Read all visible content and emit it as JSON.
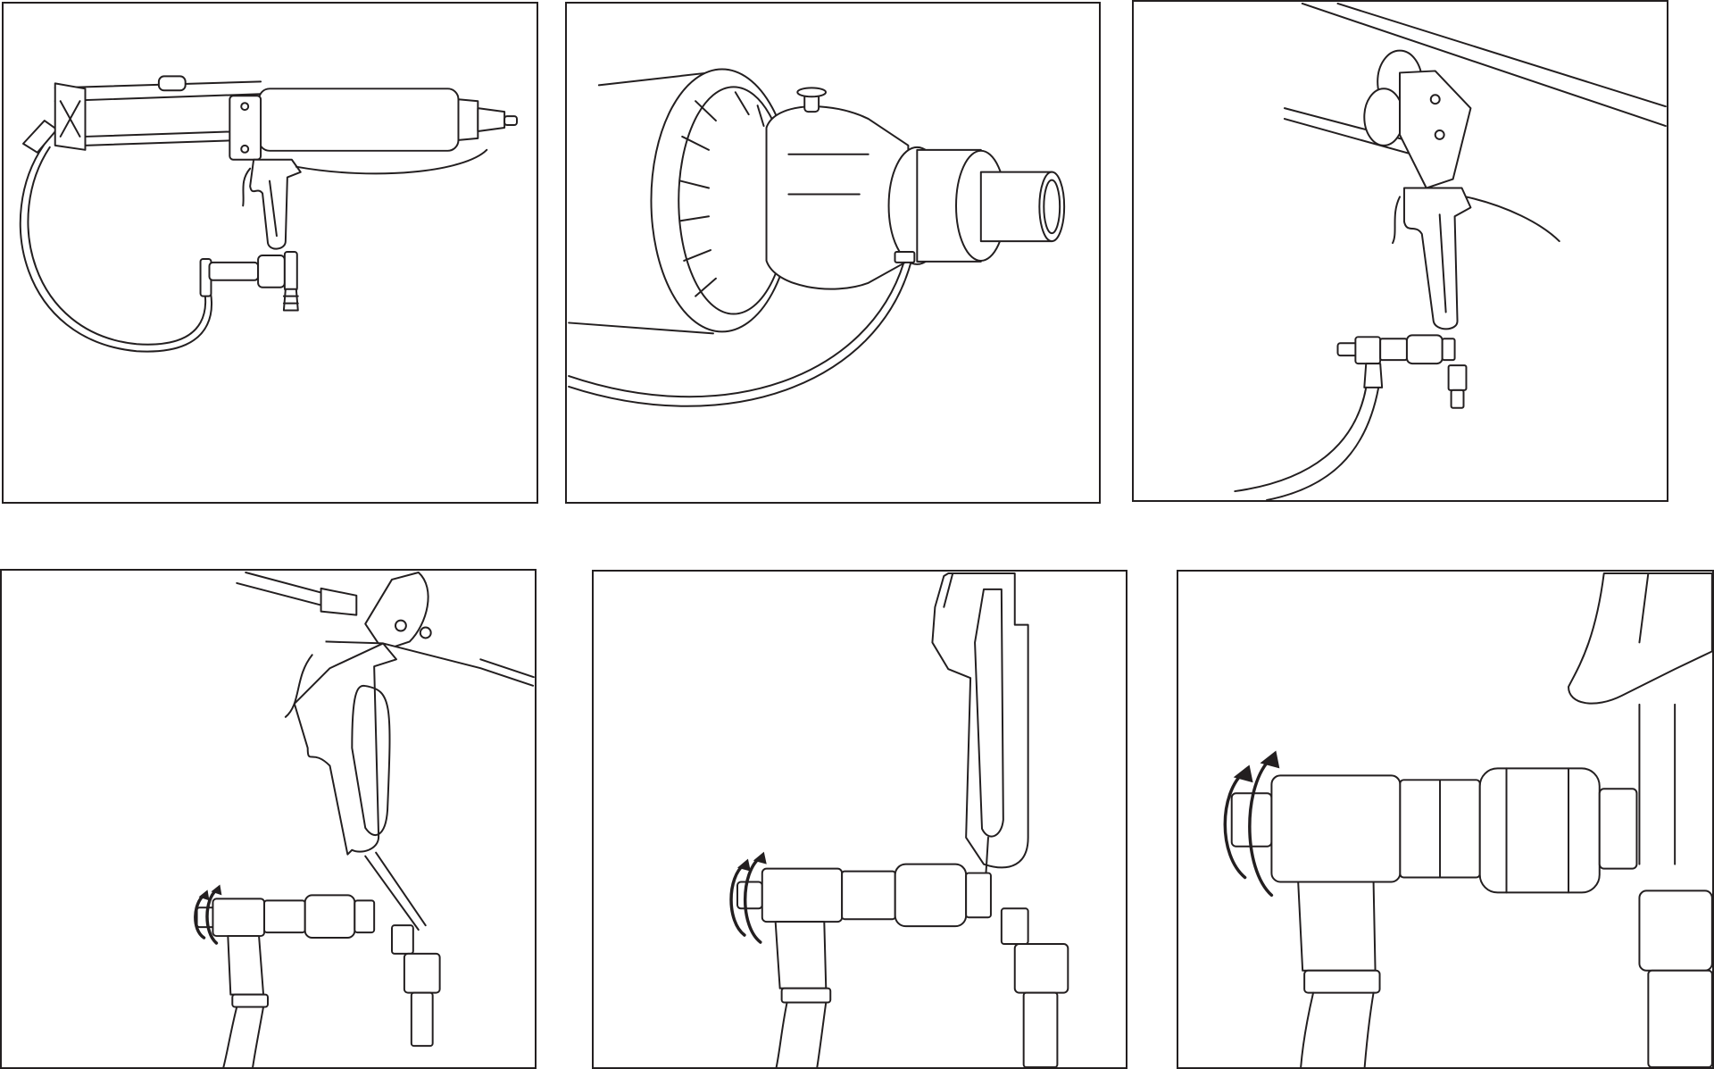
{
  "figure": {
    "panels": [
      {
        "id": "1",
        "subject": "grease-gun-overview"
      },
      {
        "id": "2",
        "subject": "cartridge-cap-with-hose"
      },
      {
        "id": "3",
        "subject": "gun-with-t-fitting"
      },
      {
        "id": "4",
        "subject": "t-fitting-rotate-small"
      },
      {
        "id": "5",
        "subject": "t-fitting-rotate-medium"
      },
      {
        "id": "6",
        "subject": "t-fitting-rotate-large"
      }
    ],
    "line_color": "#231f20"
  }
}
